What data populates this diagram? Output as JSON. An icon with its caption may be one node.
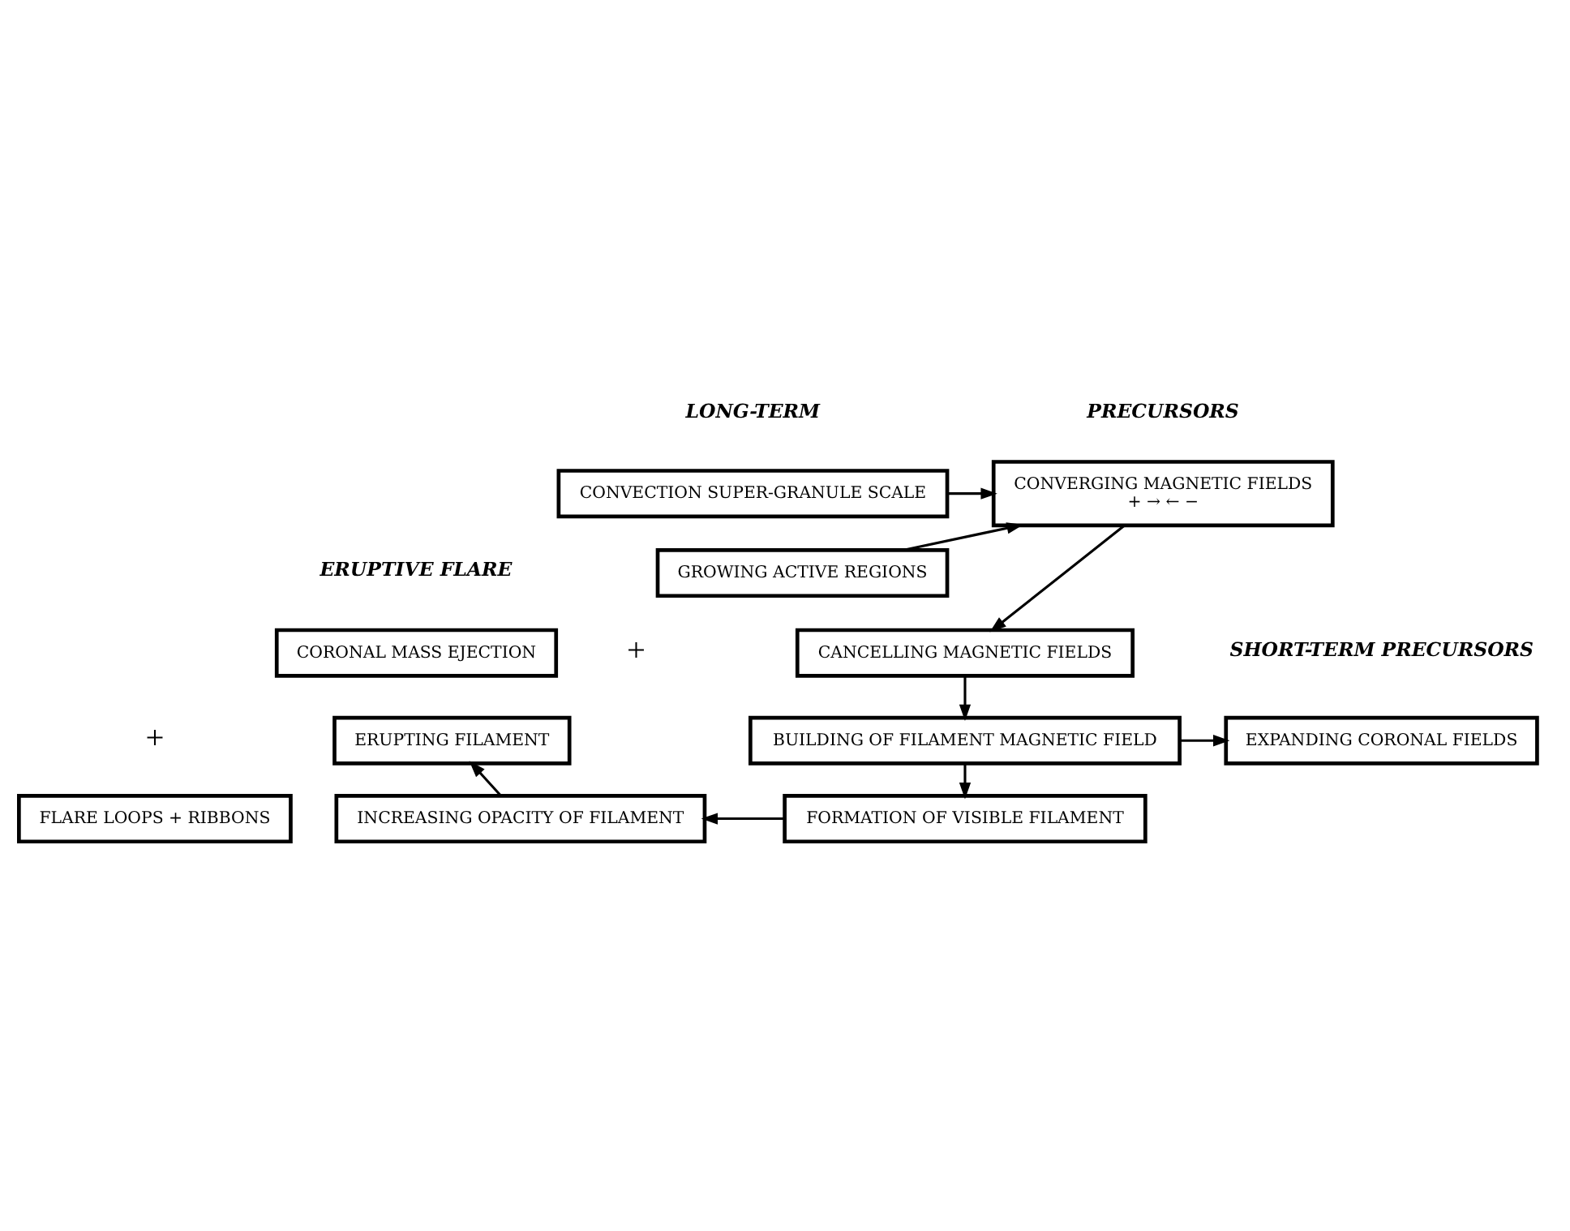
{
  "diagram": {
    "nodes": [
      {
        "text": [
          "CONVECTION SUPER-GRANULE SCALE"
        ]
      },
      {
        "text": [
          "CONVERGING MAGNETIC FIELDS",
          "+ → ← −"
        ]
      },
      {
        "text": [
          "GROWING ACTIVE REGIONS"
        ]
      },
      {
        "text": [
          "CANCELLING MAGNETIC FIELDS"
        ]
      },
      {
        "text": [
          "BUILDING OF FILAMENT MAGNETIC FIELD"
        ]
      },
      {
        "text": [
          "EXPANDING CORONAL FIELDS"
        ]
      },
      {
        "text": [
          "INCREASING OPACITY OF FILAMENT"
        ]
      },
      {
        "text": [
          "FORMATION OF VISIBLE FILAMENT"
        ]
      },
      {
        "text": [
          "CORONAL MASS EJECTION"
        ]
      },
      {
        "text": [
          "ERUPTING FILAMENT"
        ]
      },
      {
        "text": [
          "FLARE LOOPS + RIBBONS"
        ]
      }
    ],
    "edges": [
      {
        "from": 0,
        "to": 1,
        "arrow": "to"
      },
      {
        "from": 2,
        "to": 1,
        "arrow": "to"
      },
      {
        "from": 1,
        "to": 3,
        "arrow": "to"
      },
      {
        "from": 3,
        "to": 4,
        "arrow": "to"
      },
      {
        "from": 4,
        "to": 5,
        "arrow": "to"
      },
      {
        "from": 4,
        "to": 7,
        "arrow": "to"
      },
      {
        "from": 7,
        "to": 6,
        "arrow": "to"
      },
      {
        "from": 6,
        "to": 9,
        "arrow": "to"
      }
    ],
    "labels": [
      "LONG-TERM",
      "PRECURSORS",
      "ERUPTIVE FLARE",
      "SHORT-TERM PRECURSORS",
      "+",
      "+"
    ]
  }
}
